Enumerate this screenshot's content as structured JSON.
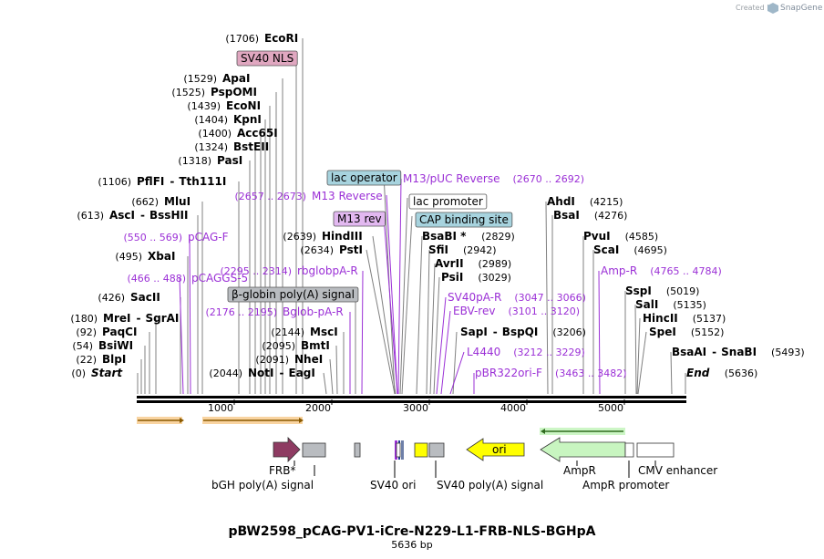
{
  "credit": {
    "prefix": "Created by",
    "brand": "SnapGene"
  },
  "title": "pBW2598_pCAG-PV1-iCre-N229-L1-FRB-NLS-BGHpA",
  "subtitle": "5636 bp",
  "scale": {
    "ticks": [
      "1000",
      "2000",
      "3000",
      "4000",
      "5000"
    ]
  },
  "labels": [
    {
      "pos": "(1706)",
      "name": "EcoRI"
    },
    {
      "box": "SV40 NLS",
      "color": "#e0a7c0"
    },
    {
      "pos": "(1529)",
      "name": "ApaI"
    },
    {
      "pos": "(1525)",
      "name": "PspOMI"
    },
    {
      "pos": "(1439)",
      "name": "EcoNI"
    },
    {
      "pos": "(1404)",
      "name": "KpnI"
    },
    {
      "pos": "(1400)",
      "name": "Acc65I"
    },
    {
      "pos": "(1324)",
      "name": "BstEII"
    },
    {
      "pos": "(1318)",
      "name": "PasI"
    },
    {
      "pos": "(1106)",
      "name": "PflFI",
      "name2": "Tth111I"
    },
    {
      "pos": "(662)",
      "name": "MluI"
    },
    {
      "pos": "(613)",
      "name": "AscI",
      "name2": "BssHII"
    },
    {
      "primer": "pCAG-F",
      "ppos": "(550 .. 569)"
    },
    {
      "pos": "(495)",
      "name": "XbaI"
    },
    {
      "primer": "pCAGGS-5",
      "ppos": "(466 .. 488)"
    },
    {
      "pos": "(426)",
      "name": "SacII"
    },
    {
      "pos": "(180)",
      "name": "MreI",
      "name2": "SgrAI"
    },
    {
      "pos": "(92)",
      "name": "PaqCI"
    },
    {
      "pos": "(54)",
      "name": "BsiWI"
    },
    {
      "pos": "(22)",
      "name": "BlpI"
    },
    {
      "pos": "(0)",
      "name": "Start"
    },
    {
      "box": "lac operator",
      "color": "#a7d3de"
    },
    {
      "primer": "M13/pUC Reverse",
      "ppos": "(2670 .. 2692)"
    },
    {
      "primer": "M13 Reverse",
      "ppos": "(2657 .. 2673)"
    },
    {
      "box": "lac promoter",
      "color": "#ffffff"
    },
    {
      "box": "M13 rev",
      "color": "#e2b8f0"
    },
    {
      "box": "CAP binding site",
      "color": "#a7d3de"
    },
    {
      "pos": "(2639)",
      "name": "HindIII"
    },
    {
      "pos": "(2634)",
      "name": "PstI"
    },
    {
      "primer": "rbglobpA-R",
      "ppos": "(2295 .. 2314)"
    },
    {
      "box": "β-globin poly(A) signal",
      "color": "#b9bcc0"
    },
    {
      "primer": "Bglob-pA-R",
      "ppos": "(2176 .. 2195)"
    },
    {
      "pos": "(2144)",
      "name": "MscI"
    },
    {
      "pos": "(2095)",
      "name": "BmtI"
    },
    {
      "pos": "(2091)",
      "name": "NheI"
    },
    {
      "pos": "(2044)",
      "name": "NotI",
      "name2": "EagI"
    },
    {
      "pos": "(2829)",
      "name": "BsaBI *"
    },
    {
      "pos": "(2942)",
      "name": "SfiI"
    },
    {
      "pos": "(2989)",
      "name": "AvrII"
    },
    {
      "pos": "(3029)",
      "name": "PsiI"
    },
    {
      "primer": "SV40pA-R",
      "ppos": "(3047 .. 3066)"
    },
    {
      "primer": "EBV-rev",
      "ppos": "(3101 .. 3120)"
    },
    {
      "pos": "(3206)",
      "name": "SapI",
      "name2": "BspQI"
    },
    {
      "primer": "L4440",
      "ppos": "(3212 .. 3229)"
    },
    {
      "primer": "pBR322ori-F",
      "ppos": "(3463 .. 3482)"
    },
    {
      "pos": "(4215)",
      "name": "AhdI"
    },
    {
      "pos": "(4276)",
      "name": "BsaI"
    },
    {
      "pos": "(4585)",
      "name": "PvuI"
    },
    {
      "pos": "(4695)",
      "name": "ScaI"
    },
    {
      "primer": "Amp-R",
      "ppos": "(4765 .. 4784)"
    },
    {
      "pos": "(5019)",
      "name": "SspI"
    },
    {
      "pos": "(5135)",
      "name": "SalI"
    },
    {
      "pos": "(5137)",
      "name": "HincII"
    },
    {
      "pos": "(5152)",
      "name": "SpeI"
    },
    {
      "pos": "(5493)",
      "name": "BsaAI",
      "name2": "SnaBI"
    },
    {
      "pos": "(5636)",
      "name": "End"
    }
  ],
  "features": [
    {
      "label": "FRB*",
      "color": "#8e3b62"
    },
    {
      "label": "bGH poly(A) signal",
      "color": "#b9bcc0"
    },
    {
      "label": "SV40 ori",
      "color": "#b9bcc0"
    },
    {
      "label": "SV40 poly(A) signal",
      "color": "#b9bcc0"
    },
    {
      "label": "ori",
      "color": "#ffff00"
    },
    {
      "label": "AmpR",
      "color": "#c8f5c0"
    },
    {
      "label": "AmpR promoter",
      "color": "#ffffff"
    },
    {
      "label": "CMV enhancer",
      "color": "#ffffff"
    }
  ]
}
